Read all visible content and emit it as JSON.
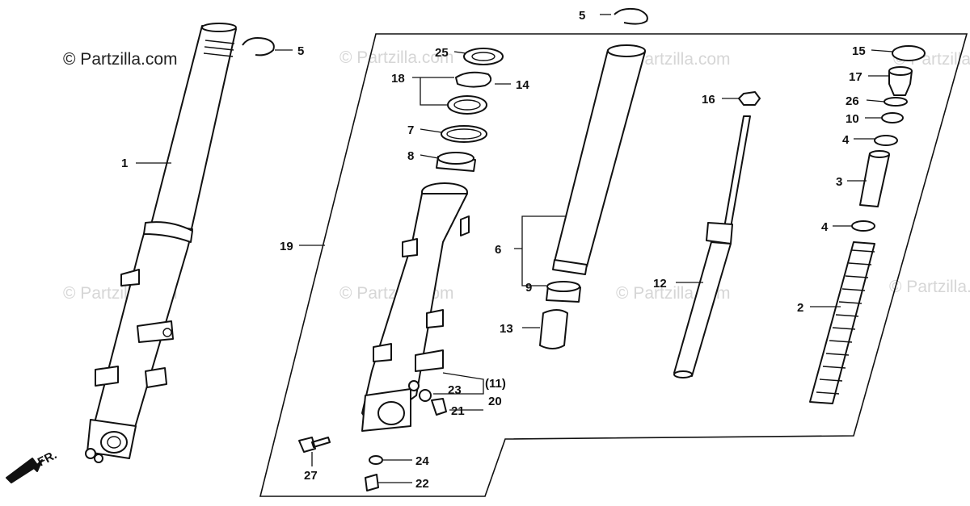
{
  "watermark": {
    "main": "© Partzilla.com",
    "faint": "© Partzilla.com"
  },
  "direction_label": "FR.",
  "callouts": {
    "c1": "1",
    "c2": "2",
    "c3": "3",
    "c4a": "4",
    "c4b": "4",
    "c5a": "5",
    "c5b": "5",
    "c6": "6",
    "c7": "7",
    "c8": "8",
    "c9": "9",
    "c10": "10",
    "c12": "12",
    "c13": "13",
    "c14": "14",
    "c15": "15",
    "c16": "16",
    "c17": "17",
    "c18": "18",
    "c19": "19",
    "c20": "20",
    "c20b": "(11)",
    "c21": "21",
    "c22": "22",
    "c23": "23",
    "c24": "24",
    "c25": "25",
    "c26": "26",
    "c27": "27"
  }
}
